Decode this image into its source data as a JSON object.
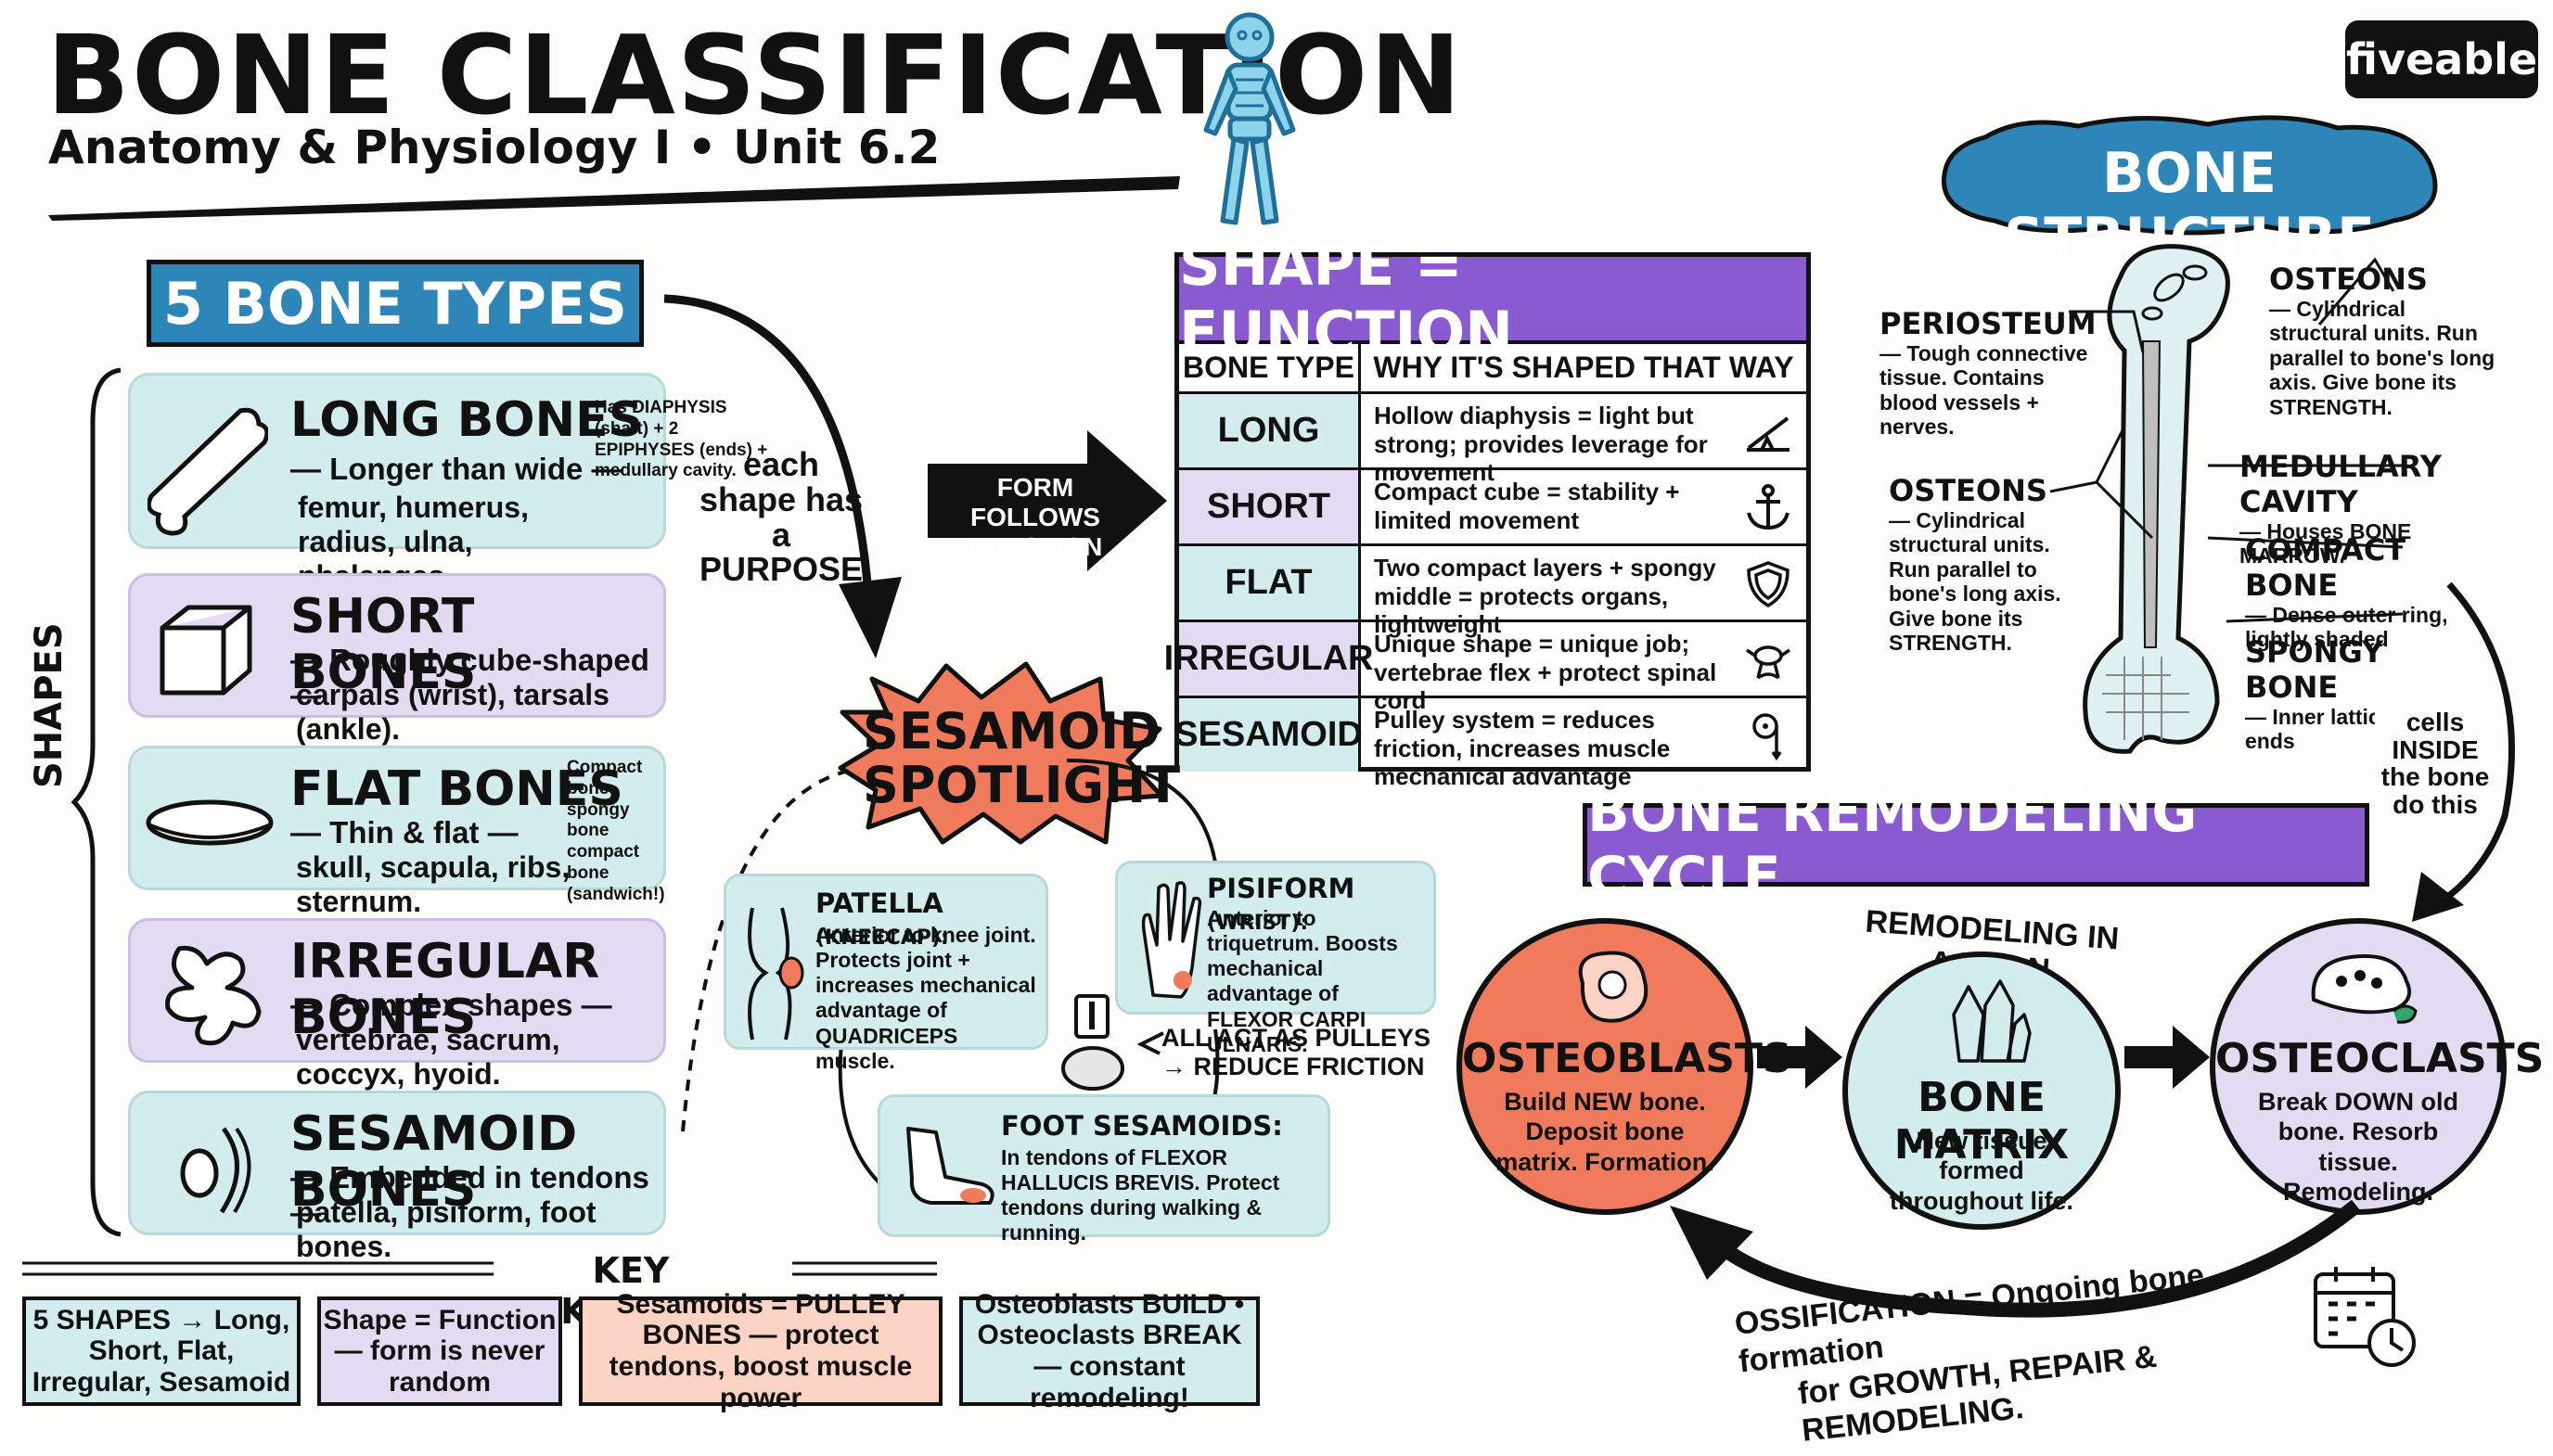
{
  "header": {
    "title": "BONE CLASSIFICATION",
    "subtitle": "Anatomy & Physiology I • Unit 6.2",
    "brand": "fiveable"
  },
  "types": {
    "banner": "5 BONE TYPES",
    "side_label": "SHAPES",
    "cards": [
      {
        "title": "LONG BONES",
        "desc": "— Longer than wide —",
        "examples": "femur, humerus, radius, ulna, phalanges.",
        "note": "Has DIAPHYSIS (shaft) + 2 EPIPHYSES (ends) + medullary cavity.",
        "icon": "long-bone-icon"
      },
      {
        "title": "SHORT BONES",
        "desc": "— Roughly cube-shaped —",
        "examples": "carpals (wrist), tarsals (ankle).",
        "icon": "cube-icon"
      },
      {
        "title": "FLAT BONES",
        "desc": "— Thin & flat —",
        "examples": "skull, scapula, ribs, sternum.",
        "note": "Compact bone spongy bone compact bone (sandwich!)",
        "icon": "flat-disc-icon"
      },
      {
        "title": "IRREGULAR BONES",
        "desc": "— Complex shapes —",
        "examples": "vertebrae, sacrum, coccyx, hyoid.",
        "icon": "irregular-shape-icon"
      },
      {
        "title": "SESAMOID BONES",
        "desc": "— Embedded in tendons —",
        "examples": "patella, pisiform, foot bones.",
        "icon": "sesamoid-icon"
      }
    ]
  },
  "purpose_note": "each shape has a PURPOSE",
  "form_follows": "FORM FOLLOWS FUNCTION",
  "shape_function": {
    "title": "SHAPE = FUNCTION",
    "col1": "BONE TYPE",
    "col2": "WHY IT'S SHAPED THAT WAY",
    "rows": [
      {
        "type": "LONG",
        "why": "Hollow diaphysis = light but strong; provides leverage for movement",
        "icon": "lever-icon"
      },
      {
        "type": "SHORT",
        "why": "Compact cube = stability + limited movement",
        "icon": "anchor-icon"
      },
      {
        "type": "FLAT",
        "why": "Two compact layers + spongy middle = protects organs, lightweight",
        "icon": "shield-icon"
      },
      {
        "type": "IRREGULAR",
        "why": "Unique shape = unique job; vertebrae flex + protect spinal cord",
        "icon": "vertebra-icon"
      },
      {
        "type": "SESAMOID",
        "why": "Pulley system = reduces friction, increases muscle mechanical advantage",
        "icon": "pulley-icon"
      }
    ]
  },
  "sesamoid": {
    "title_line1": "SESAMOID",
    "title_line2": "SPOTLIGHT",
    "patella": {
      "head": "PATELLA",
      "qual": "(KNEECAP):",
      "body": "Anterior to knee joint. Protects joint + increases mechanical advantage of QUADRICEPS muscle."
    },
    "pisiform": {
      "head": "PISIFORM",
      "qual": "(WRIST):",
      "body": "Anterior to triquetrum. Boosts mechanical advantage of FLEXOR CARPI ULNARIS."
    },
    "pulleys": "ALL ACT AS PULLEYS → REDUCE FRICTION",
    "foot": {
      "head": "FOOT SESAMOIDS:",
      "body": "In tendons of FLEXOR HALLUCIS BREVIS. Protect tendons during walking & running."
    }
  },
  "structure": {
    "title": "BONE STRUCTURE",
    "periosteum": {
      "head": "PERIOSTEUM",
      "body": "— Tough connective tissue. Contains blood vessels + nerves."
    },
    "osteons_left": {
      "head": "OSTEONS",
      "body": "— Cylindrical structural units. Run parallel to bone's long axis. Give bone its STRENGTH."
    },
    "osteons_right": {
      "head": "OSTEONS",
      "body": "— Cylindrical structural units. Run parallel to bone's long axis. Give bone its STRENGTH."
    },
    "medullary": {
      "head": "MEDULLARY CAVITY",
      "body": "— Houses BONE MARROW."
    },
    "compact": {
      "head": "COMPACT BONE",
      "body": "— Dense outer ring, lightly shaded"
    },
    "spongy": {
      "head": "SPONGY BONE",
      "body": "— Inner lattice near ends"
    },
    "cells_note": "cells INSIDE the bone do this"
  },
  "remodeling": {
    "title": "BONE REMODELING CYCLE",
    "arc_label": "REMODELING IN ACTION",
    "osteoblasts": {
      "head": "OSTEOBLASTS",
      "body": "Build NEW bone. Deposit bone matrix. Formation."
    },
    "matrix": {
      "head": "BONE MATRIX",
      "body": "New tissue formed throughout life."
    },
    "osteoclasts": {
      "head": "OSTEOCLASTS",
      "body": "Break DOWN old bone. Resorb tissue. Remodeling."
    },
    "ossification_line1": "OSSIFICATION = Ongoing bone formation",
    "ossification_line2": "for GROWTH, REPAIR & REMODELING."
  },
  "takeaways": {
    "title": "KEY TAKEAWAYS",
    "items": [
      "5 SHAPES → Long, Short, Flat, Irregular, Sesamoid",
      "Shape = Function — form is never random",
      "Sesamoids = PULLEY BONES — protect tendons, boost muscle power",
      "Osteoblasts BUILD • Osteoclasts BREAK — constant remodeling!"
    ]
  },
  "colors": {
    "teal_banner": "#2e86b8",
    "purple": "#8a5bd0",
    "salmon": "#f07a5c",
    "teal_card": "#d3ecee",
    "lavender_card": "#e3dbf2",
    "peach": "#fbd3c4"
  }
}
